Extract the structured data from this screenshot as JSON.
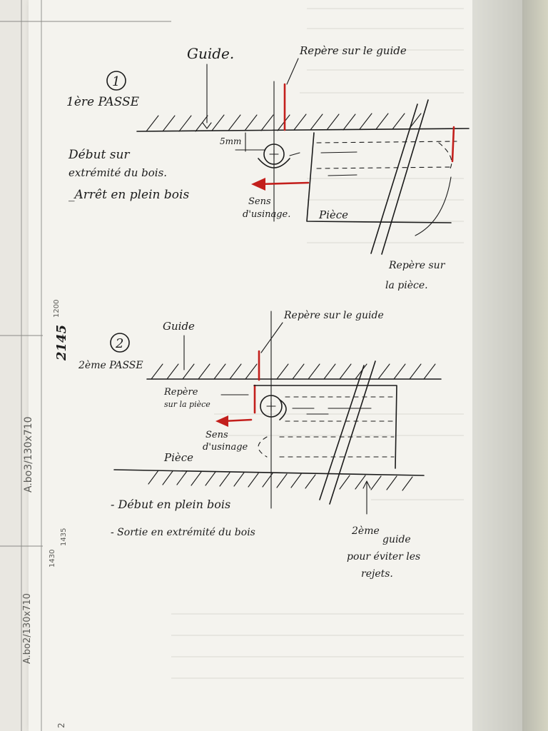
{
  "diagram1": {
    "number": "1",
    "pass_label": "1ère PASSE",
    "guide_label": "Guide.",
    "guide_mark_label": "Repère sur le guide",
    "offset_label": "5mm",
    "start_line1": "Début sur",
    "start_line2": "extrémité du bois.",
    "stop_note": "_Arrêt en plein bois",
    "direction_line1": "Sens",
    "direction_line2": "d'usinage.",
    "piece_label": "Pièce",
    "piece_mark_line1": "Repère sur",
    "piece_mark_line2": "la pièce."
  },
  "diagram2": {
    "number": "2",
    "pass_label": "2ème PASSE",
    "guide_label": "Guide",
    "guide_mark_label": "Repère sur le guide",
    "piece_mark_line1": "Repère",
    "piece_mark_line2": "sur la pièce",
    "direction_line1": "Sens",
    "direction_line2": "d'usinage",
    "piece_label": "Pièce",
    "note1": "- Début en plein bois",
    "note2": "- Sortie en extrémité du bois",
    "guide2_line1": "2ème",
    "guide2_line2": "guide",
    "guide2_line3": "pour éviter les",
    "guide2_line4": "rejets."
  },
  "margin_notes": {
    "dimension_main": "2145",
    "dimension_small": "1200",
    "ref_a": "A.bo3/130x710",
    "ref_b_1": "1430",
    "ref_b_2": "1435",
    "ref_c": "A.bo2/130x710",
    "corner_number": "2"
  },
  "colors": {
    "ink": "#1b1b1b",
    "red_marker": "#c31f1c",
    "paper": "#f4f3ee"
  }
}
